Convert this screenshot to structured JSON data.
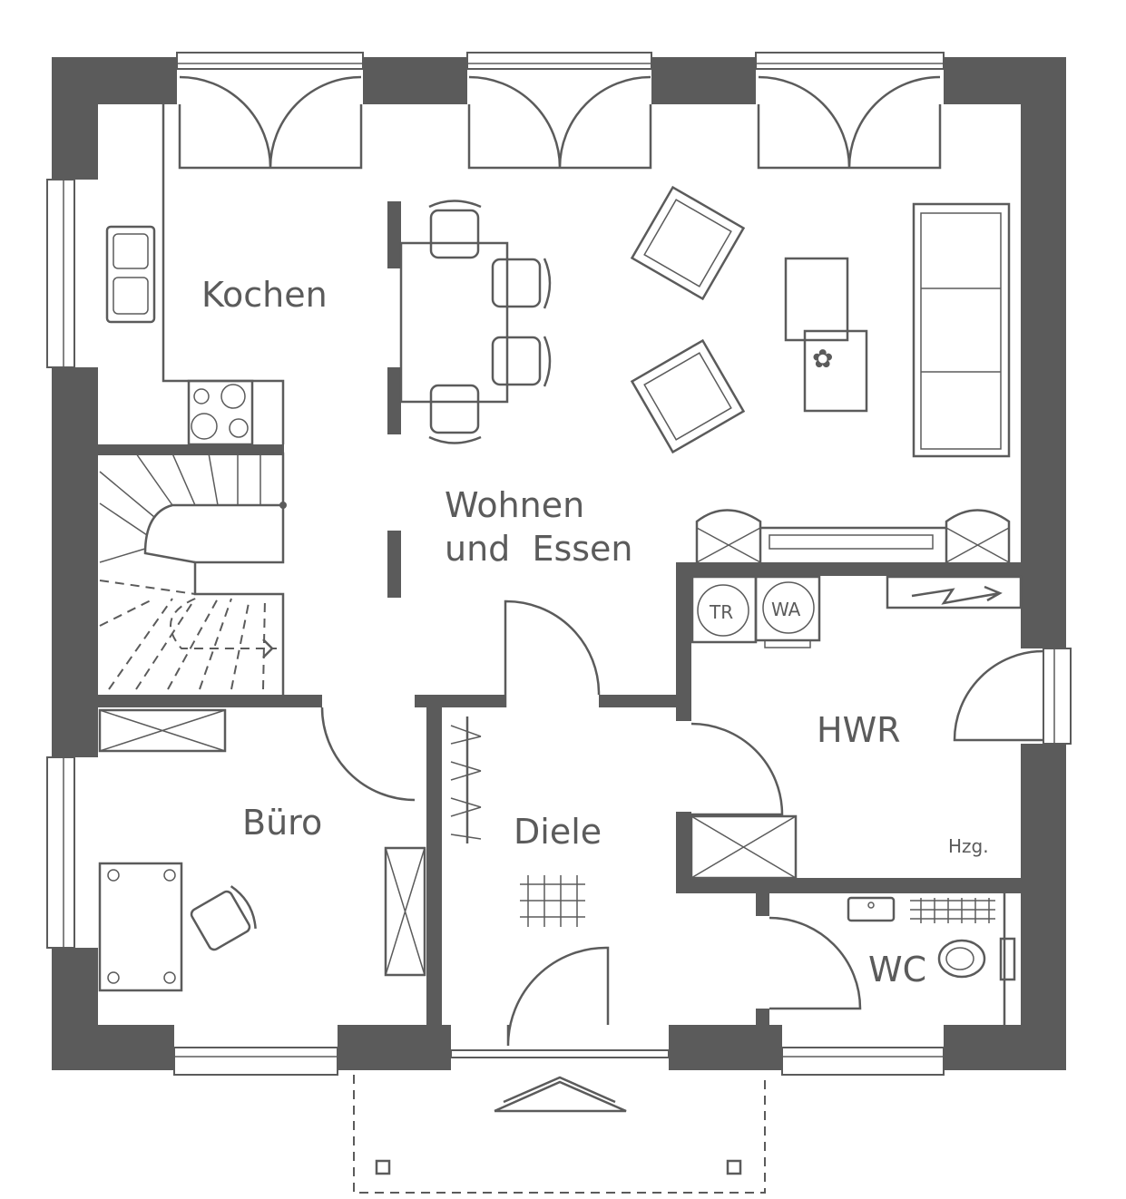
{
  "rooms": {
    "kochen": "Kochen",
    "wohnen_1": "Wohnen",
    "wohnen_2": "und  Essen",
    "hwr": "HWR",
    "buero": "Büro",
    "diele": "Diele",
    "wc": "WC"
  },
  "labels": {
    "heating": "Hzg.",
    "dryer": "TR",
    "washer": "WA"
  },
  "colors": {
    "wall": "#5b5b5b"
  }
}
